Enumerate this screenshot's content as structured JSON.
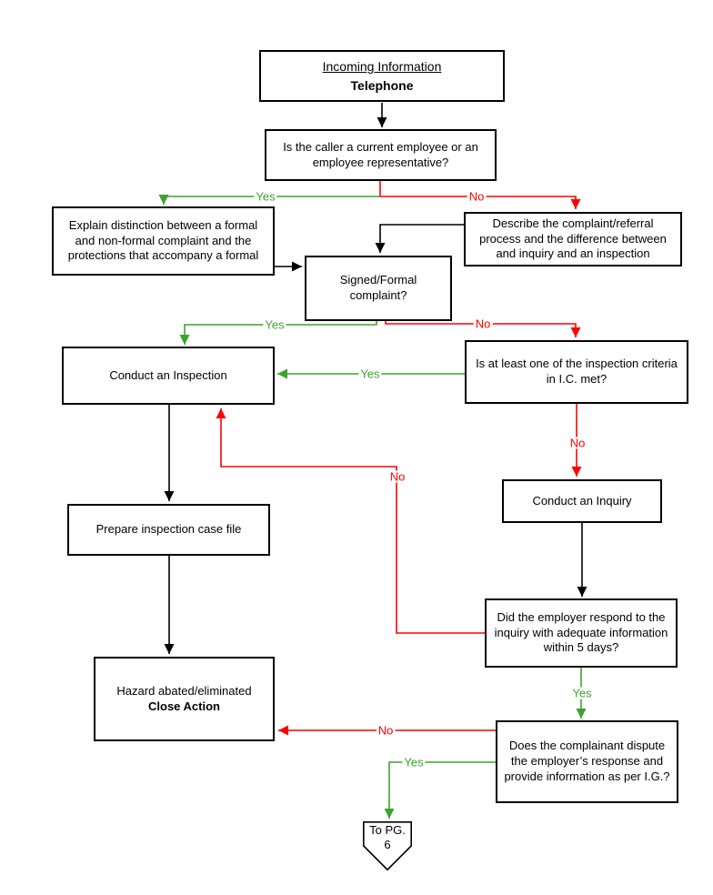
{
  "diagram": {
    "type": "flowchart",
    "colors": {
      "yes_branch": "#3CA32C",
      "no_branch": "#FF0000",
      "default_line": "#000000",
      "node_fill": "#FFFFFF",
      "node_border": "#000000"
    },
    "nodes": {
      "incoming": {
        "title": "Incoming Information",
        "subtitle": "Telephone"
      },
      "caller_question": {
        "text": "Is the caller a current employee or an employee representative?"
      },
      "explain_distinction": {
        "text": "Explain distinction between a formal and non-formal complaint and the protections that accompany a formal"
      },
      "describe_process": {
        "text": "Describe the complaint/referral process and the difference between and inquiry and an inspection"
      },
      "signed_question": {
        "text": "Signed/Formal complaint?"
      },
      "conduct_inspection": {
        "text": "Conduct an Inspection"
      },
      "criteria_question": {
        "text": "Is at least one of the inspection criteria in I.C. met?"
      },
      "prepare_case_file": {
        "text": "Prepare inspection case file"
      },
      "conduct_inquiry": {
        "text": "Conduct an Inquiry"
      },
      "employer_respond_question": {
        "text": "Did the employer respond to the inquiry with adequate information within 5 days?"
      },
      "close_action": {
        "line1": "Hazard abated/eliminated",
        "line2": "Close Action"
      },
      "dispute_question": {
        "text": "Does the complainant dispute the employer’s response and provide information as per I.G.?"
      },
      "offpage_connector": {
        "line1": "To PG.",
        "line2": "6"
      }
    },
    "edges": [
      {
        "from": "incoming",
        "to": "caller_question",
        "label": ""
      },
      {
        "from": "caller_question",
        "to": "explain_distinction",
        "label": "Yes"
      },
      {
        "from": "caller_question",
        "to": "describe_process",
        "label": "No"
      },
      {
        "from": "explain_distinction",
        "to": "signed_question",
        "label": ""
      },
      {
        "from": "describe_process",
        "to": "signed_question",
        "label": ""
      },
      {
        "from": "signed_question",
        "to": "conduct_inspection",
        "label": "Yes"
      },
      {
        "from": "signed_question",
        "to": "criteria_question",
        "label": "No"
      },
      {
        "from": "criteria_question",
        "to": "conduct_inspection",
        "label": "Yes"
      },
      {
        "from": "criteria_question",
        "to": "conduct_inquiry",
        "label": "No"
      },
      {
        "from": "conduct_inspection",
        "to": "prepare_case_file",
        "label": ""
      },
      {
        "from": "prepare_case_file",
        "to": "close_action",
        "label": ""
      },
      {
        "from": "conduct_inquiry",
        "to": "employer_respond_question",
        "label": ""
      },
      {
        "from": "employer_respond_question",
        "to": "conduct_inspection",
        "label": "No"
      },
      {
        "from": "employer_respond_question",
        "to": "dispute_question",
        "label": "Yes"
      },
      {
        "from": "dispute_question",
        "to": "close_action",
        "label": "No"
      },
      {
        "from": "dispute_question",
        "to": "offpage_connector",
        "label": "Yes"
      }
    ]
  }
}
